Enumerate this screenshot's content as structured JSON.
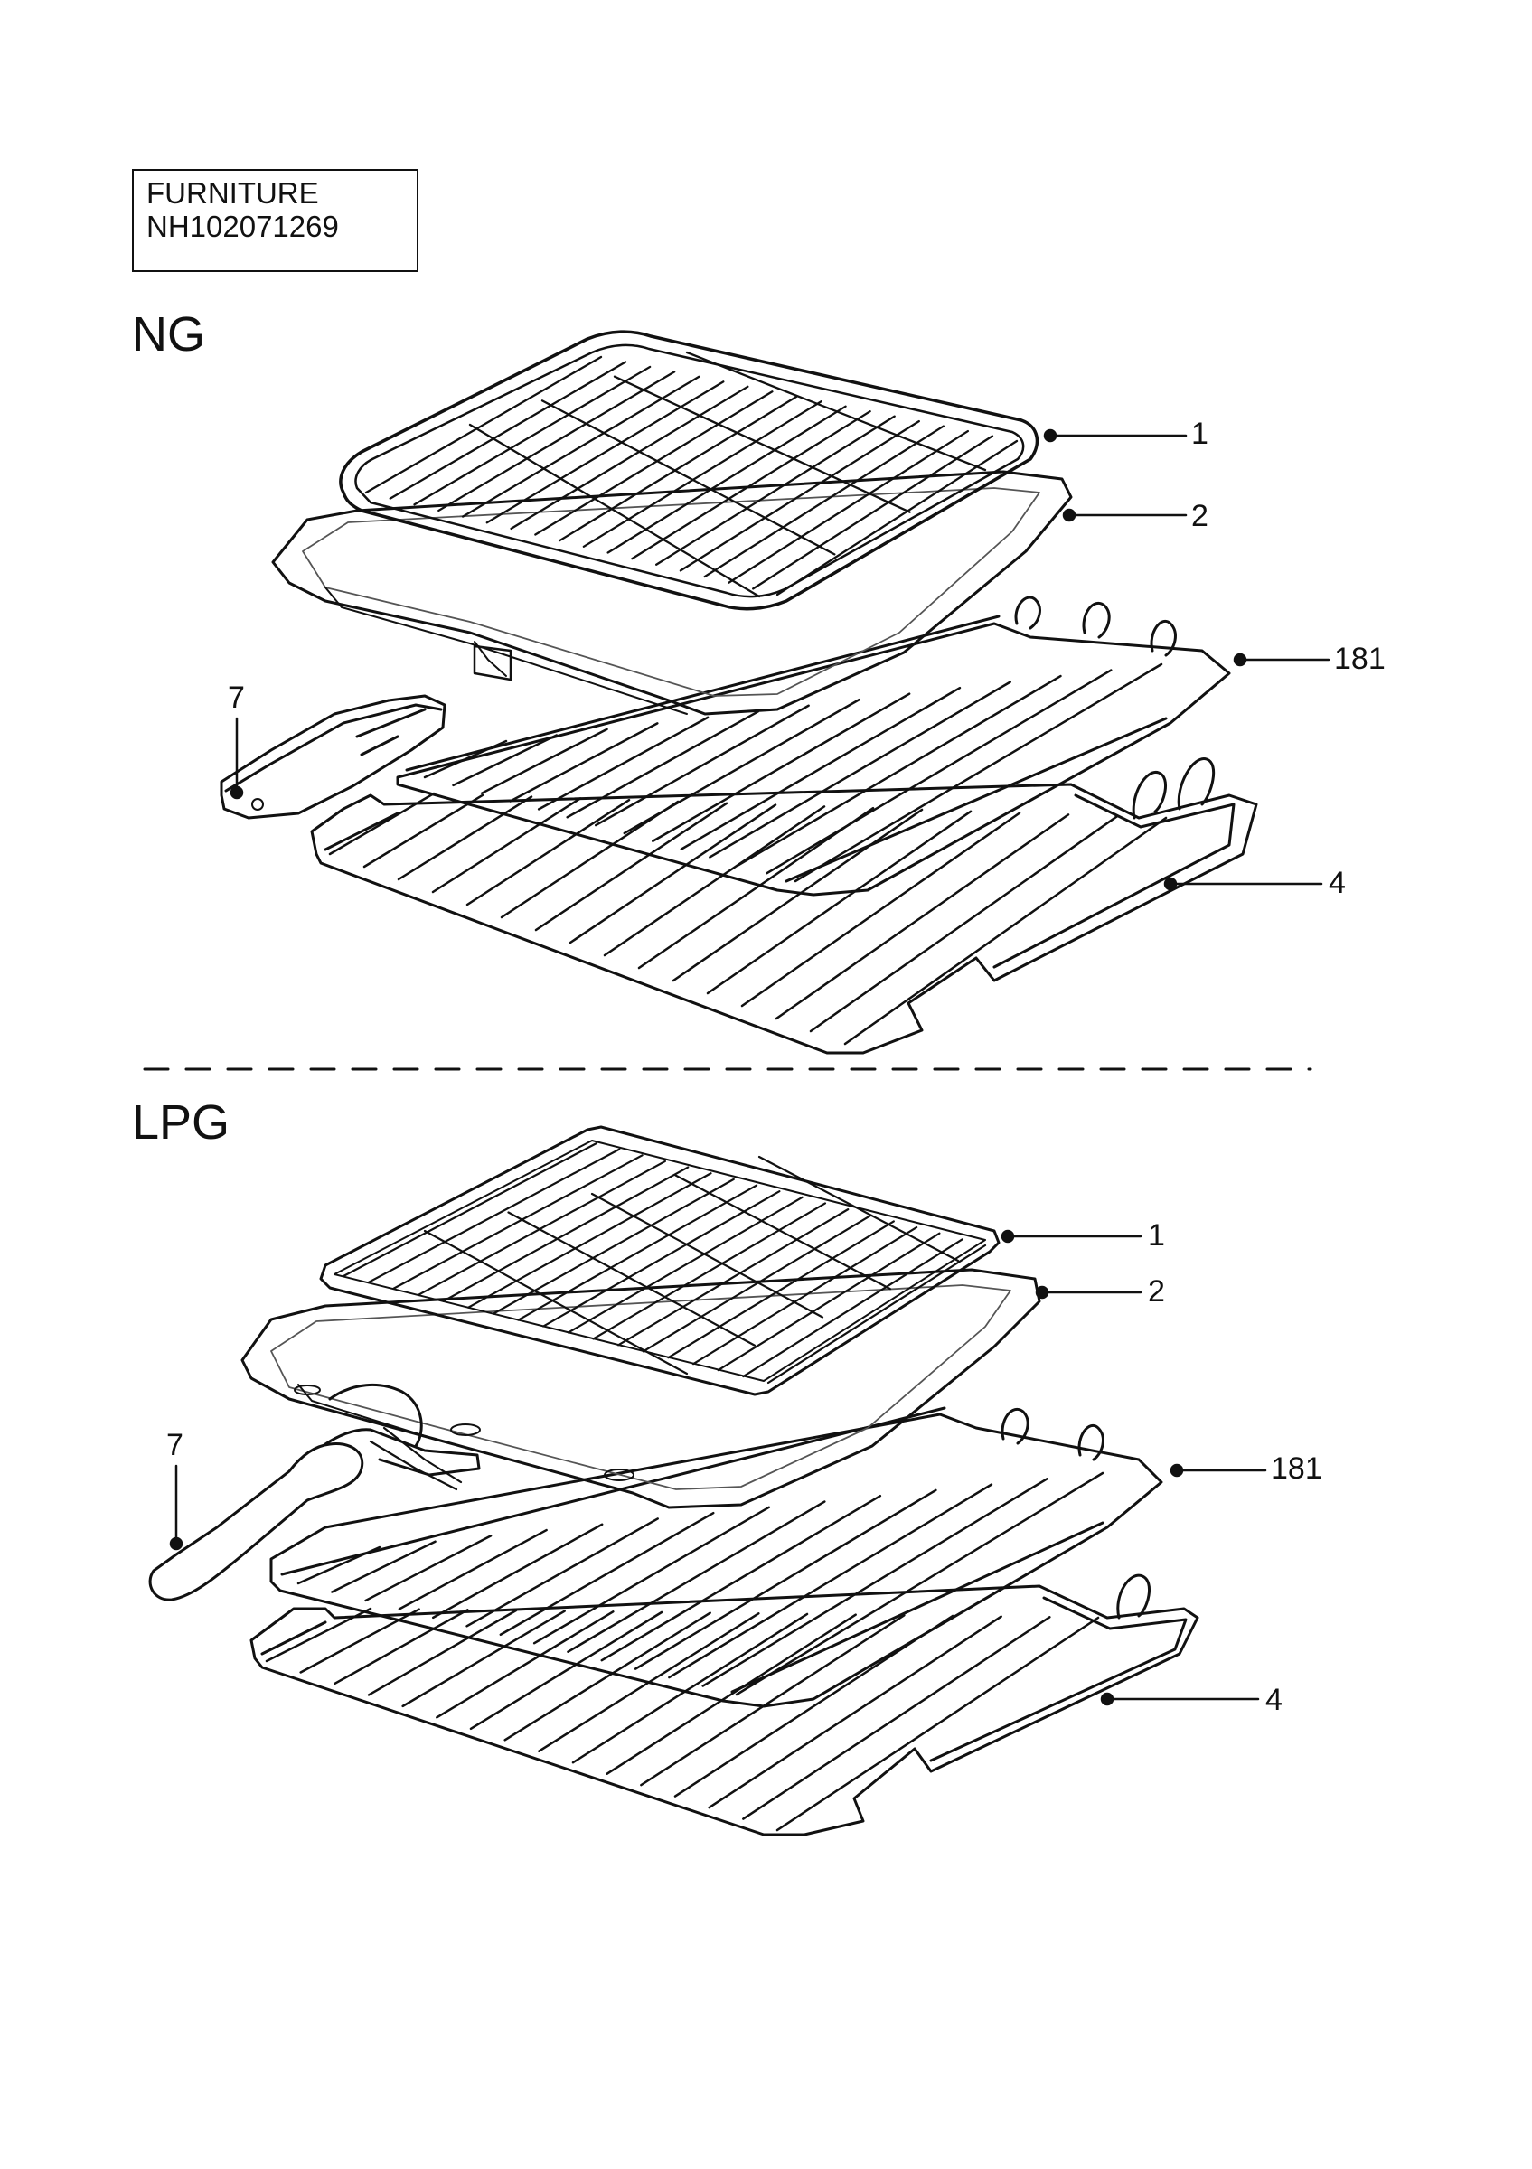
{
  "title_box": {
    "line1": "FURNITURE",
    "line2": "NH102071269"
  },
  "sections": {
    "ng": {
      "label": "NG",
      "callouts": {
        "c1": "1",
        "c2": "2",
        "c181": "181",
        "c4": "4",
        "c7": "7"
      }
    },
    "lpg": {
      "label": "LPG",
      "callouts": {
        "c1": "1",
        "c2": "2",
        "c181": "181",
        "c4": "4",
        "c7": "7"
      }
    }
  }
}
